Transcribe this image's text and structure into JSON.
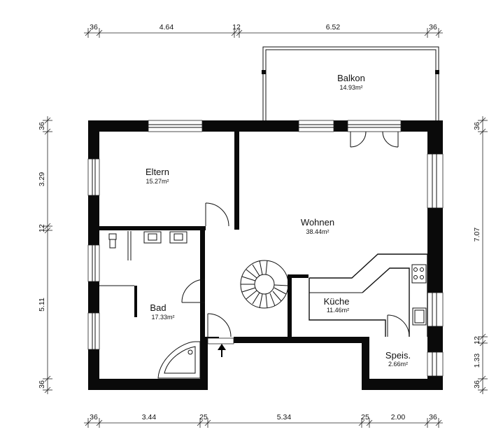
{
  "rooms": [
    {
      "name": "Balkon",
      "area": "14.93m²"
    },
    {
      "name": "Eltern",
      "area": "15.27m²"
    },
    {
      "name": "Wohnen",
      "area": "38.44m²"
    },
    {
      "name": "Bad",
      "area": "17.33m²"
    },
    {
      "name": "Küche",
      "area": "11.46m²"
    },
    {
      "name": "Speis.",
      "area": "2.66m²"
    }
  ],
  "dimensions": {
    "top": [
      "36",
      "4.64",
      "12",
      "6.52",
      "36"
    ],
    "bottom": [
      "36",
      "3.44",
      "25",
      "5.34",
      "25",
      "2.00",
      "36"
    ],
    "left": [
      "36",
      "3.29",
      "12",
      "5.11",
      "36"
    ],
    "right": [
      "36",
      "7.07",
      "12",
      "1.33",
      "36"
    ]
  }
}
